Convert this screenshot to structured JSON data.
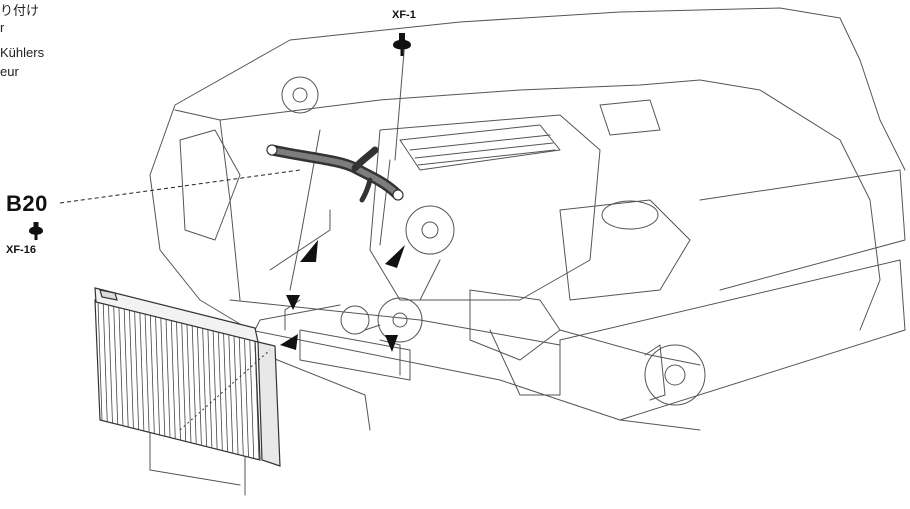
{
  "caption_lines": [
    "り付け",
    "r",
    "Kühlers",
    "eur"
  ],
  "callouts": {
    "part_label": "B20",
    "fastener_left": "XF-16",
    "fastener_top": "XF-1"
  },
  "colors": {
    "ink": "#1a1a1a",
    "hose": "#333333",
    "paper": "#ffffff"
  }
}
